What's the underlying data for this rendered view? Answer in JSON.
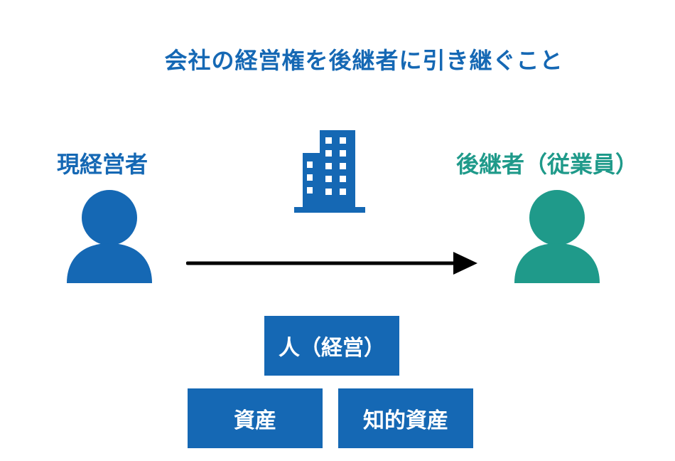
{
  "title": "会社の経営権を後継者に引き継ぐこと",
  "current_manager": {
    "label": "現経営者",
    "icon": "person-icon",
    "color": "#1568b4"
  },
  "successor": {
    "label": "後継者（従業員）",
    "icon": "person-icon",
    "color": "#1f9a8a"
  },
  "company_icon": "building-icon",
  "transfer_arrow": "arrow-right-icon",
  "assets": {
    "people": "人（経営）",
    "assets": "資産",
    "intellectual_property": "知的資産"
  },
  "colors": {
    "primary_blue": "#1568b4",
    "teal": "#1f9a8a",
    "arrow": "#000000"
  }
}
